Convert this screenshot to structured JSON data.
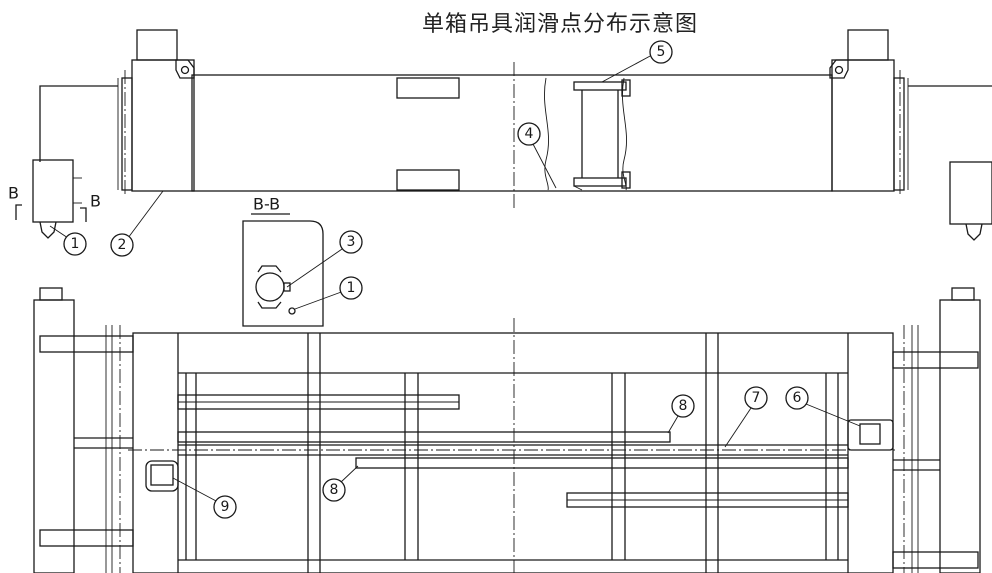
{
  "title": "单箱吊具润滑点分布示意图",
  "section_label": "B-B",
  "section_marks": [
    "B",
    "B"
  ],
  "callouts": [
    "1",
    "2",
    "3",
    "4",
    "5",
    "6",
    "7",
    "8",
    "9"
  ]
}
